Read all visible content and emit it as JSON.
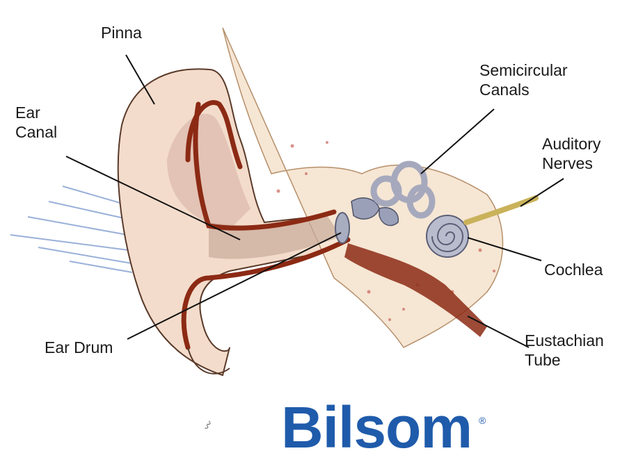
{
  "labels": {
    "pinna": [
      "Pinna"
    ],
    "ear_canal": [
      "Ear",
      "Canal"
    ],
    "ear_drum": [
      "Ear Drum"
    ],
    "semicircular_canals": [
      "Semicircular",
      "Canals"
    ],
    "auditory_nerves": [
      "Auditory",
      "Nerves"
    ],
    "cochlea": [
      "Cochlea"
    ],
    "eustachian_tube": [
      "Eustachian",
      "Tube"
    ]
  },
  "logo": {
    "text": "Bilsom",
    "mark": "®"
  },
  "colors": {
    "logo_blue": "#1f5bab",
    "canal_red": "#8c2a14",
    "skin": "#f3dccb",
    "bone": "#e9d7a8",
    "cochlea": "#b9bccd",
    "sound_waves": "#6f8fc9",
    "leader_line": "#111111"
  }
}
